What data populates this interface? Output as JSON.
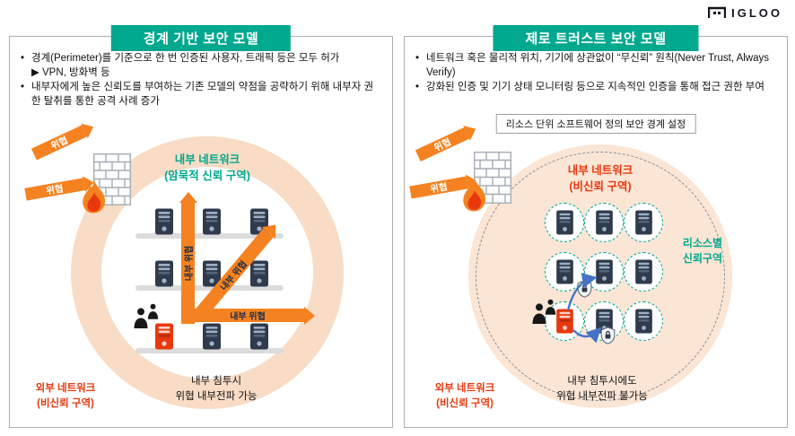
{
  "colors": {
    "teal": "#00A88E",
    "orange": "#F58220",
    "red": "#E8380D",
    "navy": "#2F3B4C",
    "peach": "#F8DCC5",
    "peach_light": "#FBE5D5",
    "blue": "#4472C4"
  },
  "icons": {
    "logo_icon": "igloo-mark",
    "firewall_icon": "brick-wall",
    "fire_icon": "flame",
    "server_icon": "server-tower",
    "compromised_server_icon": "server-tower-red",
    "attacker_icon": "person-silhouette",
    "shield_icon": "shield-lock"
  },
  "logo": {
    "text": "IGLOO"
  },
  "left_panel": {
    "title": "경계 기반 보안 모델",
    "bullets": [
      {
        "marker": "•",
        "text": "경계(Perimeter)를 기준으로 한 번 인증된 사용자, 트래픽 등은 모두 허가"
      },
      {
        "marker": "▶",
        "text": "VPN, 방화벽 등"
      },
      {
        "marker": "•",
        "text": "내부자에게 높은 신뢰도를 부여하는 기존 모델의 약점을 공략하기 위해 내부자 권한 탈취를 통한 공격 사례 증가"
      }
    ],
    "diagram": {
      "threat1": "위협",
      "threat2": "위협",
      "network_title": "내부 네트워크",
      "network_subtitle": "(암묵적 신뢰 구역)",
      "arrow_up": "내부 위협",
      "arrow_diag": "내부 위협",
      "arrow_right": "내부 위협",
      "caption_line1": "내부 침투시",
      "caption_line2": "위협 내부전파 가능",
      "external_line1": "외부 네트워크",
      "external_line2": "(비신뢰 구역)"
    }
  },
  "right_panel": {
    "title": "제로 트러스트 보안 모델",
    "bullets": [
      {
        "marker": "•",
        "text": "네트워크 혹은 물리적 위치, 기기에 상관없이 “무신뢰” 원칙(Never Trust, Always Verify)"
      },
      {
        "marker": "•",
        "text": "강화된 인증 및 기기 상태 모니터링 등으로 지속적인 인증을 통해 접근 권한 부여"
      }
    ],
    "diagram": {
      "boundary_label": "리소스 단위 소프트웨어 정의 보안 경계 설정",
      "threat1": "위협",
      "threat2": "위협",
      "network_title": "내부 네트워크",
      "network_subtitle": "(비신뢰 구역)",
      "resource_line1": "리소스별",
      "resource_line2": "신뢰구역",
      "caption_line1": "내부 침투시에도",
      "caption_line2": "위협 내부전파 불가능",
      "external_line1": "외부 네트워크",
      "external_line2": "(비신뢰 구역)"
    }
  }
}
